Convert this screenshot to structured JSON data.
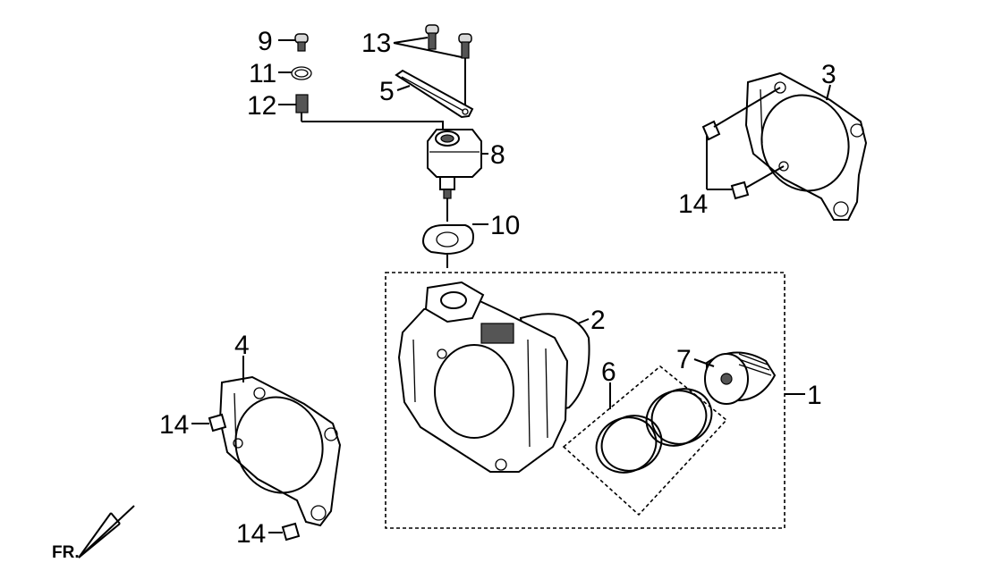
{
  "diagram": {
    "callouts": {
      "n1": "1",
      "n2": "2",
      "n3": "3",
      "n4": "4",
      "n5": "5",
      "n6": "6",
      "n7": "7",
      "n8": "8",
      "n9": "9",
      "n10": "10",
      "n11": "11",
      "n12": "12",
      "n13": "13",
      "n14a": "14",
      "n14b": "14",
      "n14c": "14"
    },
    "orientation_label": "FR."
  }
}
